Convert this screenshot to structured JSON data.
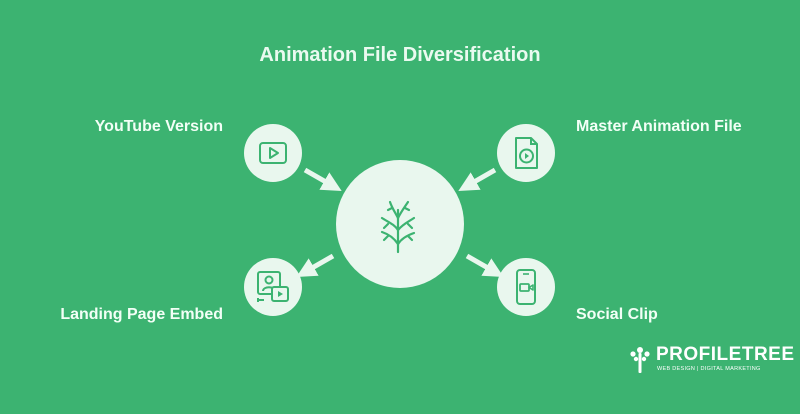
{
  "title": "Animation File Diversification",
  "center": {
    "icon": "tree-icon"
  },
  "nodes": {
    "youtube": {
      "label": "YouTube Version",
      "icon": "video-play-icon"
    },
    "master": {
      "label": "Master Animation File",
      "icon": "video-file-icon"
    },
    "landing": {
      "label": "Landing Page Embed",
      "icon": "presenter-video-icon"
    },
    "social": {
      "label": "Social Clip",
      "icon": "phone-video-icon"
    }
  },
  "brand": {
    "name": "PROFILETREE",
    "tagline": "WEB DESIGN | DIGITAL MARKETING",
    "icon": "tree-logo-icon"
  },
  "colors": {
    "background": "#3cb371",
    "node_fill": "#e9f7ee",
    "icon_stroke": "#3cb371",
    "text": "#f2fff6"
  }
}
